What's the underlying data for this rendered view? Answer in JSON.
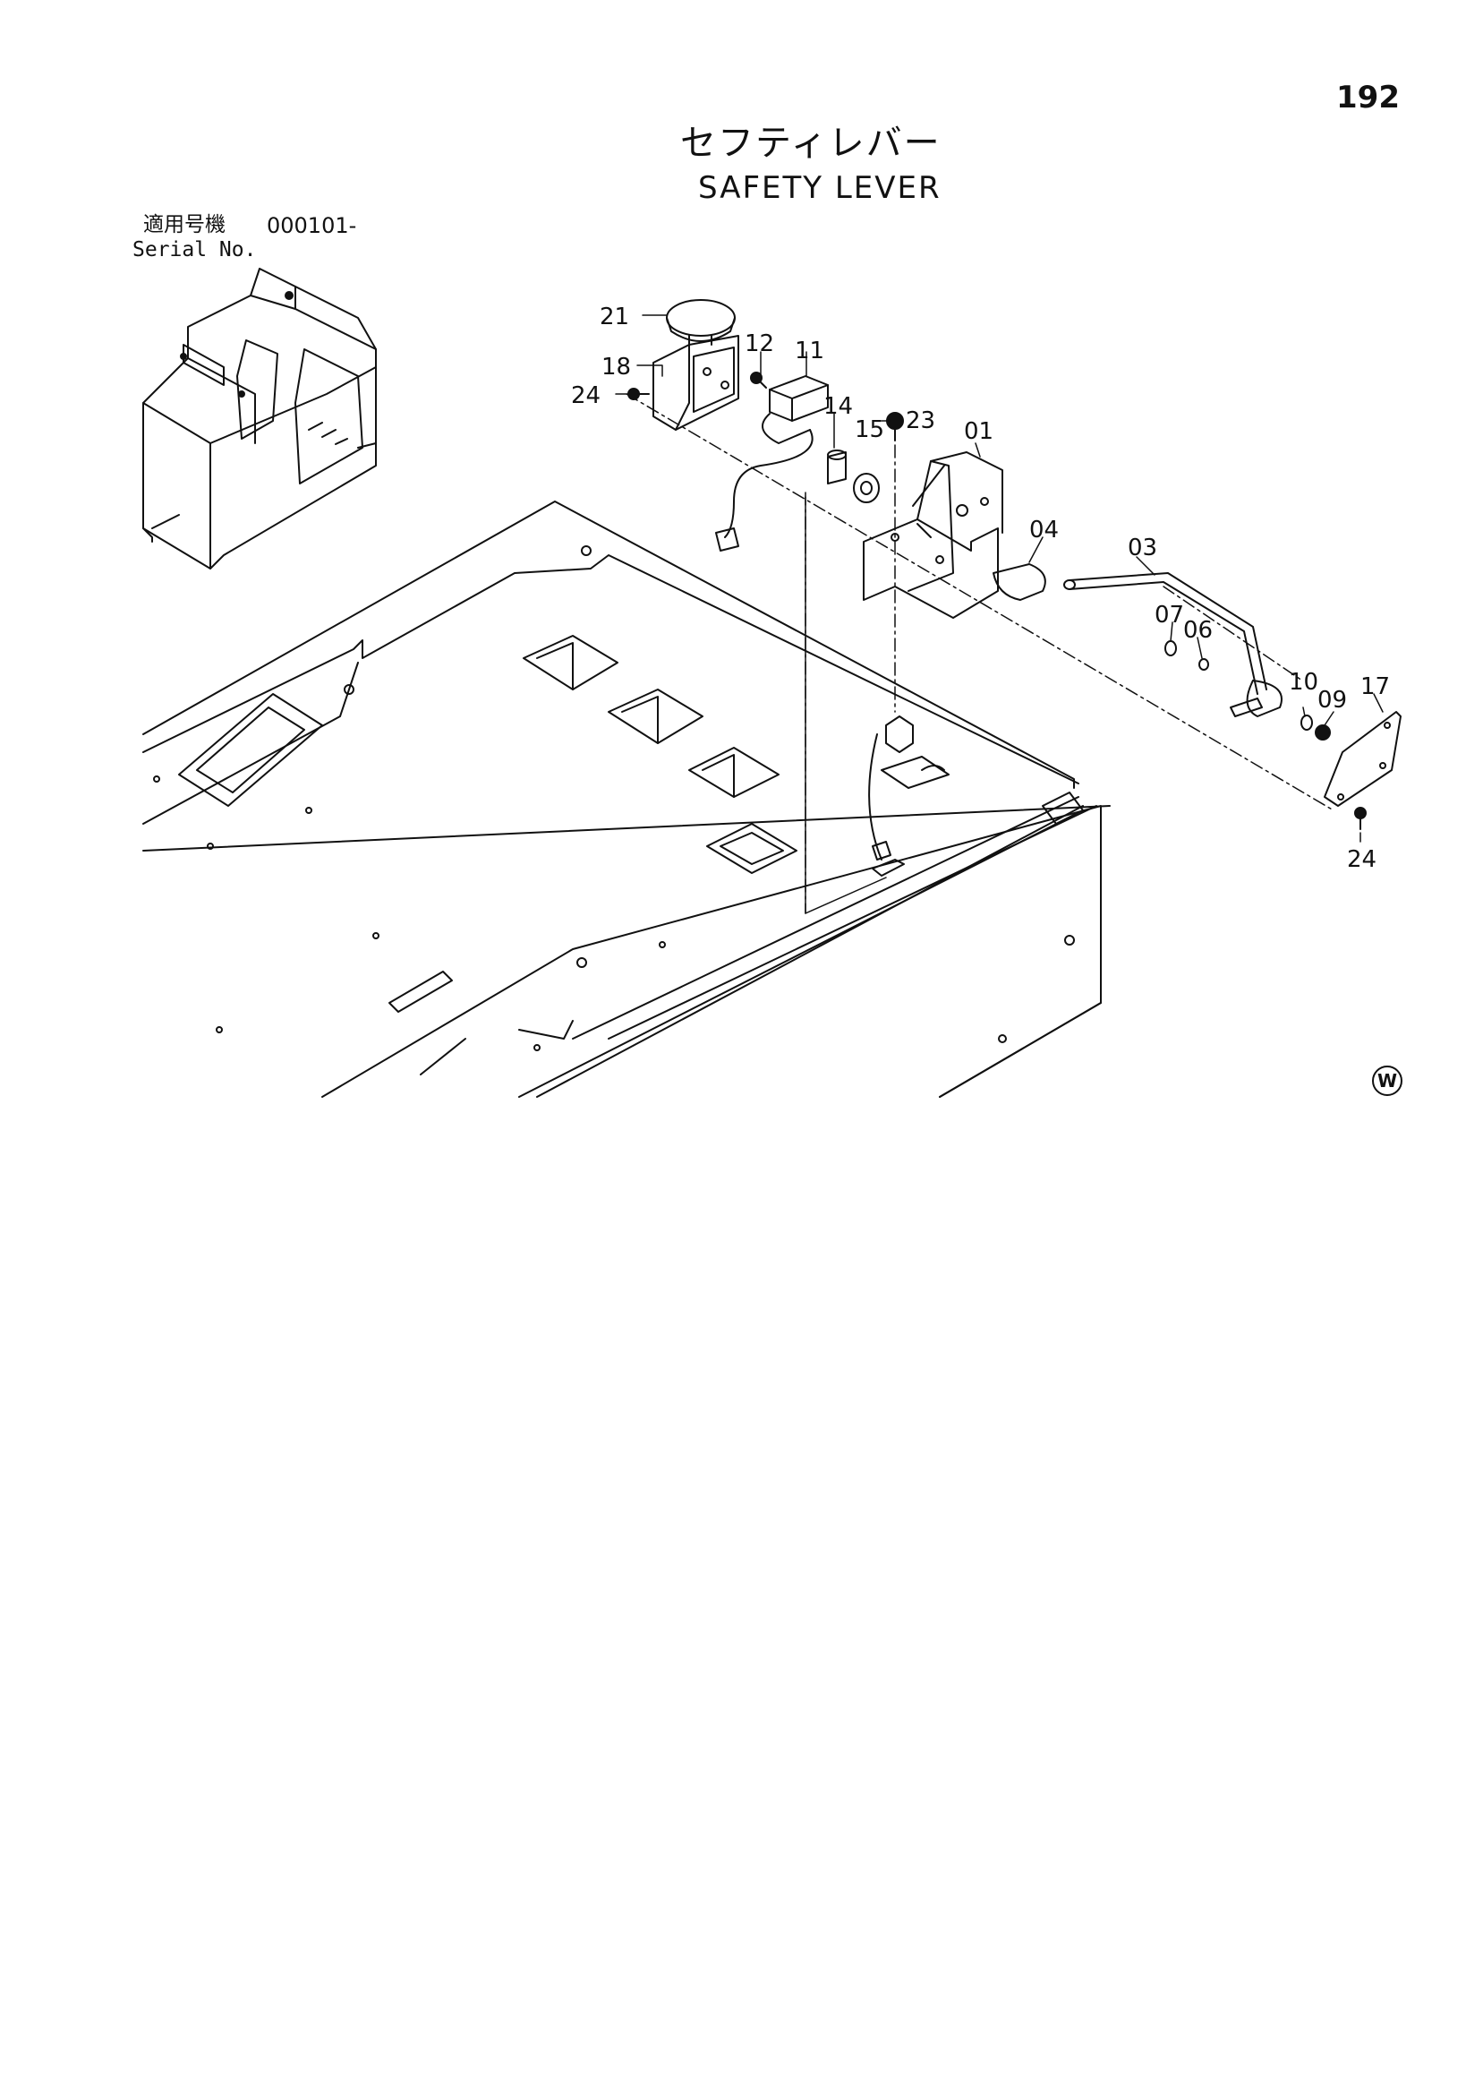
{
  "page": {
    "number": "192",
    "title_jp": "セフティレバー",
    "title_en": "SAFETY LEVER",
    "serial_label_jp": "適用号機",
    "serial_value": "000101-",
    "serial_label_en": "Serial No.",
    "corner_mark": "W"
  },
  "callouts": [
    "21",
    "12",
    "11",
    "18",
    "24",
    "14",
    "15",
    "23",
    "01",
    "04",
    "03",
    "07",
    "06",
    "10",
    "09",
    "17",
    "24"
  ]
}
